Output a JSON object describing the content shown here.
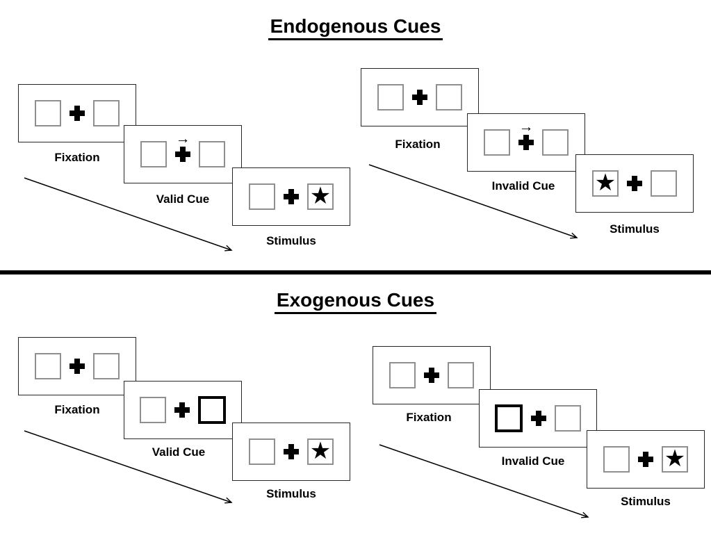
{
  "page": {
    "background_color": "#ffffff",
    "divider_color": "#000000",
    "text_color": "#000000",
    "card_border_color": "#262626",
    "box_border_color": "#8f8f8f",
    "cued_box_border_color": "#000000"
  },
  "icons": {
    "fixation_cross": "plus-shape",
    "target_star": "★",
    "cue_arrow": "→"
  },
  "sections": {
    "endogenous": {
      "title": "Endogenous Cues",
      "valid_trial": {
        "fixation_label": "Fixation",
        "cue_label": "Valid Cue",
        "stimulus_label": "Stimulus",
        "cue_description": "central right-pointing arrow above fixation cross",
        "target_side": "right"
      },
      "invalid_trial": {
        "fixation_label": "Fixation",
        "cue_label": "Invalid Cue",
        "stimulus_label": "Stimulus",
        "cue_description": "central right-pointing arrow above fixation cross",
        "target_side": "left"
      }
    },
    "exogenous": {
      "title": "Exogenous Cues",
      "valid_trial": {
        "fixation_label": "Fixation",
        "cue_label": "Valid Cue",
        "stimulus_label": "Stimulus",
        "cue_description": "right box highlighted with thick black border",
        "cued_side": "right",
        "target_side": "right"
      },
      "invalid_trial": {
        "fixation_label": "Fixation",
        "cue_label": "Invalid Cue",
        "stimulus_label": "Stimulus",
        "cue_description": "left box highlighted with thick black border",
        "cued_side": "left",
        "target_side": "right"
      }
    }
  }
}
